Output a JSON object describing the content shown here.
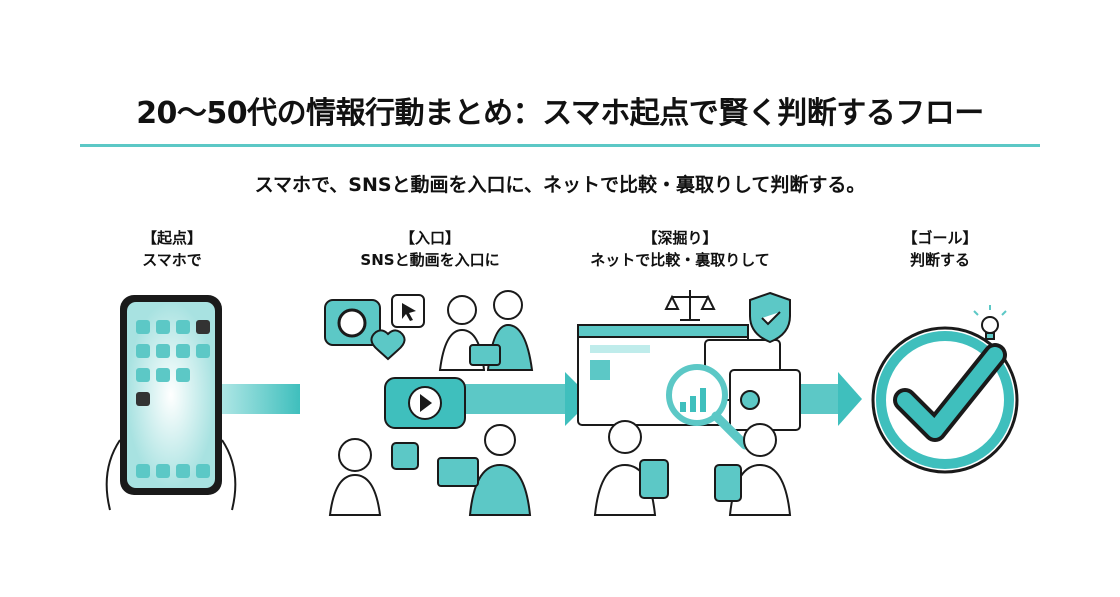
{
  "title": "20〜50代の情報行動まとめ：スマホ起点で賢く判断するフロー",
  "subtitle": "スマホで、SNSと動画を入口に、ネットで比較・裏取りして判断する。",
  "stages": [
    {
      "tag": "【起点】",
      "label": "スマホで"
    },
    {
      "tag": "【入口】",
      "label": "SNSと動画を入口に"
    },
    {
      "tag": "【深掘り】",
      "label": "ネットで比較・裏取りして"
    },
    {
      "tag": "【ゴール】",
      "label": "判断する"
    }
  ],
  "colors": {
    "accent": "#3fbfbd",
    "dark": "#1a1a1a"
  }
}
